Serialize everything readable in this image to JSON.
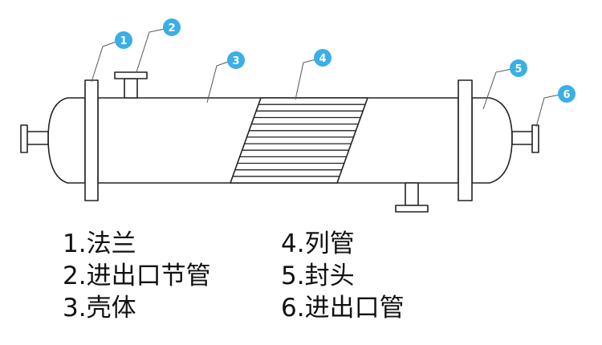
{
  "badges": [
    {
      "num": "1",
      "color": "#3aaee6"
    },
    {
      "num": "2",
      "color": "#3aaee6"
    },
    {
      "num": "3",
      "color": "#3aaee6"
    },
    {
      "num": "4",
      "color": "#3aaee6"
    },
    {
      "num": "5",
      "color": "#3aaee6"
    },
    {
      "num": "6",
      "color": "#3aaee6"
    }
  ],
  "legend": {
    "left": [
      {
        "text": "1.法兰"
      },
      {
        "text": "2.进出口节管"
      },
      {
        "text": "3.壳体"
      }
    ],
    "right": [
      {
        "text": "4.列管"
      },
      {
        "text": "5.封头"
      },
      {
        "text": "6.进出口管"
      }
    ]
  }
}
